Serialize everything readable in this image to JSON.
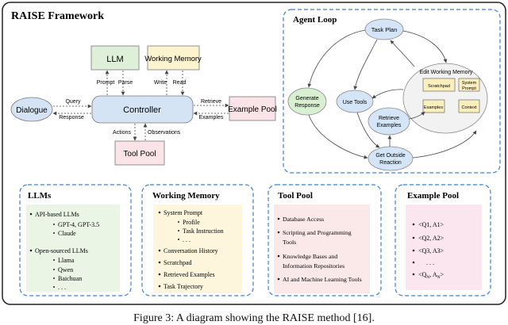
{
  "framework": {
    "title": "RAISE Framework",
    "nodes": {
      "llm": "LLM",
      "working_memory": "Working Memory",
      "controller": "Controller",
      "dialogue": "Dialogue",
      "example_pool": "Example Pool",
      "tool_pool": "Tool Pool"
    },
    "edges": {
      "prompt": "Prompt",
      "parse": "Parse",
      "write": "Write",
      "read": "Read",
      "query": "Query",
      "response": "Response",
      "retrieve": "Retrieve",
      "examples": "Examples",
      "actions": "Actions",
      "observations": "Observations"
    }
  },
  "agent_loop": {
    "title": "Agent Loop",
    "task_plan": "Task Plan",
    "generate_response": [
      "Generate",
      "Response"
    ],
    "use_tools": "Use Tools",
    "retrieve_examples": [
      "Retrieve",
      "Examples"
    ],
    "get_outside_reaction": [
      "Get Outside",
      "Reaction"
    ],
    "edit_working_memory": "Edit Working Memory",
    "scratchpad": "Scratchpad",
    "system_prompt": [
      "System",
      "Prompt"
    ],
    "examples": "Examples",
    "context": "Context"
  },
  "panels": {
    "llms": {
      "title": "LLMs",
      "items": [
        "API-based LLMs",
        "GPT-4, GPT-3.5",
        "Claude",
        "Open-sourced LLMs",
        "Llama",
        "Qwen",
        "Baichuan",
        ". . ."
      ]
    },
    "working_memory": {
      "title": "Working Memory",
      "items": [
        "System Prompt",
        "Profile",
        "Task Instruction",
        ". . .",
        "Conversation History",
        "Scratchpad",
        "Retrieved Examples",
        "Task Trajectory"
      ]
    },
    "tool_pool": {
      "title": "Tool Pool",
      "items": [
        "Database Access",
        "Scripting and Programming",
        "Tools",
        "Knowledge Bases and",
        "Information Repositories",
        "AI and Machine Learning Tools"
      ]
    },
    "example_pool": {
      "title": "Example Pool",
      "items": [
        "<Q1, A1>",
        "<Q2, A2>",
        "<Q3, A3>",
        ". . .",
        "<Q",
        "N",
        ", A",
        "N",
        ">"
      ]
    }
  },
  "caption": "Figure 3: A diagram showing the RAISE method [16].",
  "colors": {
    "dashed_border": "#3d7fd6",
    "llm_box": "#eaf5e5",
    "working_memory_box": "#fdf6dc",
    "tool_pool_box": "#fbe9e9",
    "example_pool_box": "#fbe6ef",
    "controller": "#d5e4f5",
    "agent_green": "#d8efd2",
    "agent_blue": "#d3e5f7",
    "memory_yellow": "#fbefbe"
  }
}
